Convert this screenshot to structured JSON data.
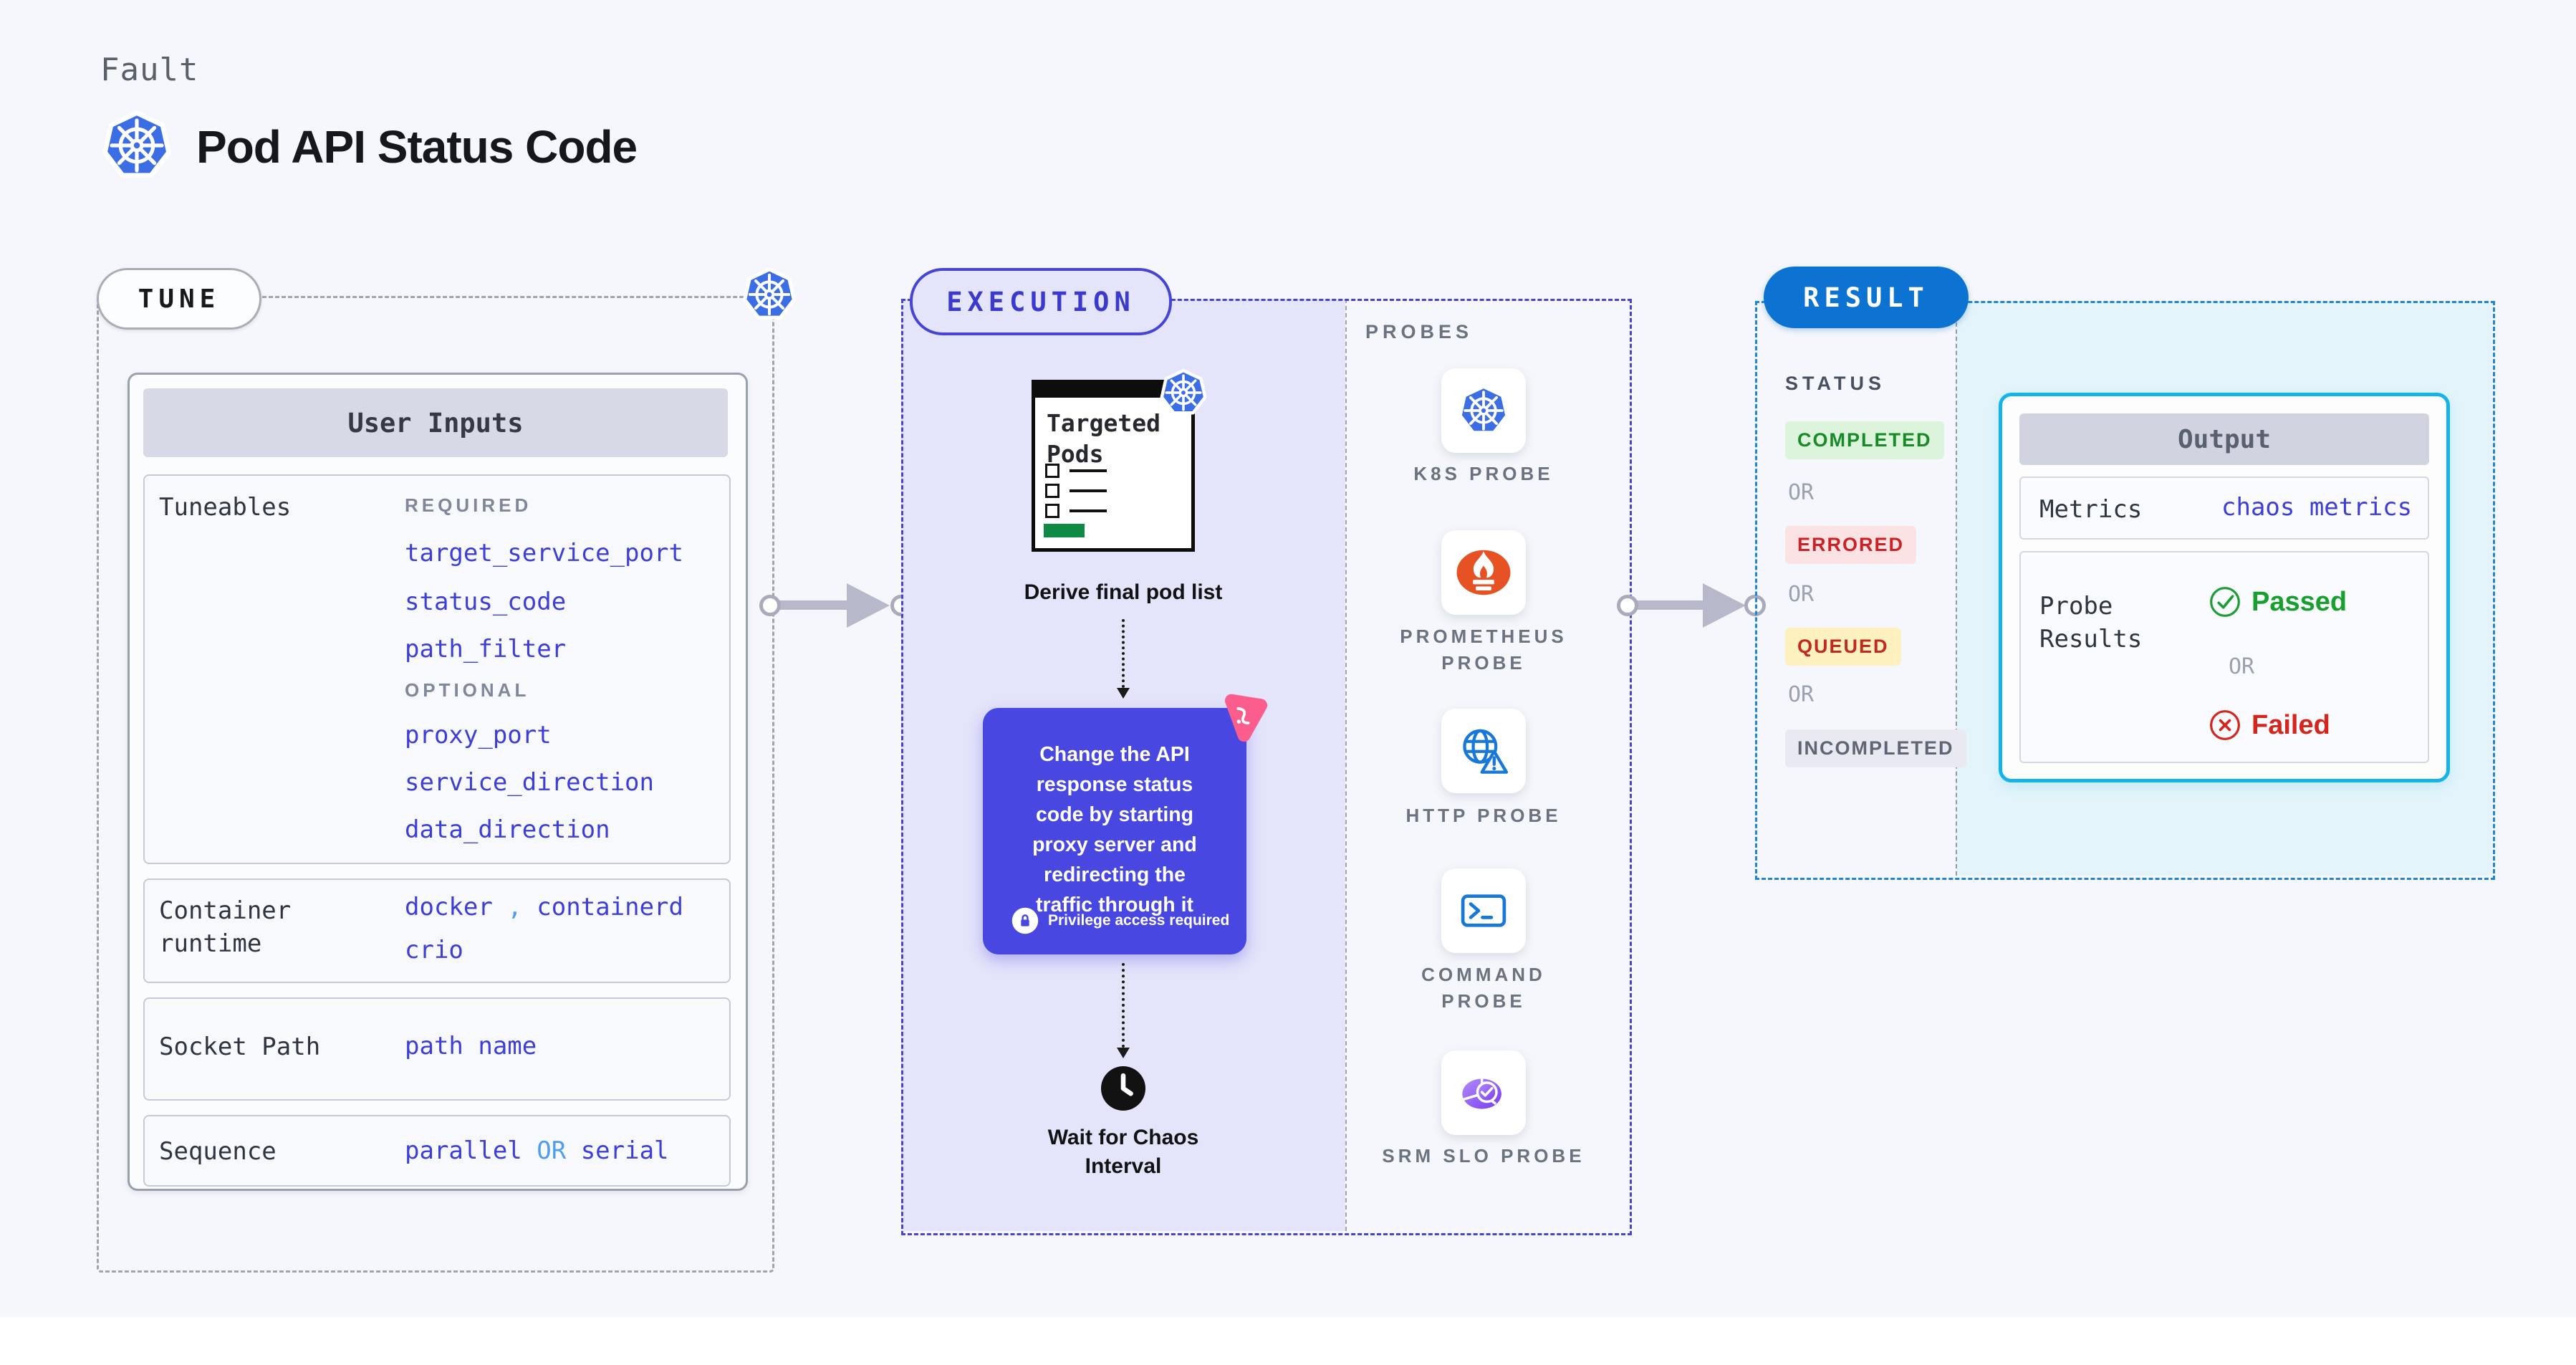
{
  "palette": {
    "page_bg": "#f5f7fc",
    "link_indigo": "#3d3ddb",
    "link_light_blue": "#4e9df0",
    "execution_accent": "#4544d6",
    "execution_bg": "#e4e4fb",
    "action_box_bg": "#4947e1",
    "result_pill_blue": "#0d73d2",
    "result_dash_blue": "#1f85d8",
    "cyan_panel_bg": "#e3f4fb",
    "output_border_cyan": "#14b4e8",
    "passed_green": "#17a02e",
    "failed_red": "#d5251c",
    "kubernetes_blue": "#3b6de4",
    "prometheus_orange": "#e75225",
    "probe_icon_blue": "#1778d8",
    "srm_purple": "#7a3bf0",
    "chaos_pink": "#fb5d8c",
    "green_bar": "#0f8a44",
    "badge_completed_bg": "#dcf3dc",
    "badge_completed_fg": "#188a28",
    "badge_errored_bg": "#fbe3e3",
    "badge_errored_fg": "#cc2127",
    "badge_queued_bg": "#fdf1c0",
    "badge_queued_fg": "#c3291f",
    "badge_incompleted_bg": "#e8e9f1",
    "badge_incompleted_fg": "#5f6575"
  },
  "header": {
    "eyebrow": "Fault",
    "title": "Pod API Status Code",
    "icon": "kubernetes-icon"
  },
  "tune": {
    "label": "TUNE",
    "user_inputs": {
      "title": "User Inputs",
      "tuneables": {
        "label": "Tuneables",
        "required_label": "REQUIRED",
        "required": [
          "target_service_port",
          "status_code",
          "path_filter"
        ],
        "optional_label": "OPTIONAL",
        "optional": [
          "proxy_port",
          "service_direction",
          "data_direction"
        ]
      },
      "container_runtime": {
        "label": "Container runtime",
        "value_1": "docker",
        "separator": ",",
        "value_2": "containerd",
        "value_3": "crio"
      },
      "socket_path": {
        "label": "Socket Path",
        "value": "path name"
      },
      "sequence": {
        "label": "Sequence",
        "value_1": "parallel",
        "or": "OR",
        "value_2": "serial"
      }
    }
  },
  "execution": {
    "label": "EXECUTION",
    "targeted_pods": {
      "title": "Targeted Pods",
      "icon": "kubernetes-icon"
    },
    "derive_caption": "Derive final pod list",
    "action": {
      "lines": [
        "Change the API",
        "response status",
        "code by starting",
        "proxy server and",
        "redirecting the",
        "traffic through it"
      ],
      "note": "Privilege access required",
      "note_icon": "lock-icon",
      "badge_icon": "chaos-pink-icon"
    },
    "wait_caption": "Wait for Chaos Interval",
    "wait_icon": "clock-icon"
  },
  "probes": {
    "label": "PROBES",
    "items": [
      {
        "name": "K8S PROBE",
        "icon": "kubernetes-icon"
      },
      {
        "name": "PROMETHEUS PROBE",
        "icon": "prometheus-icon"
      },
      {
        "name": "HTTP PROBE",
        "icon": "globe-warning-icon"
      },
      {
        "name": "COMMAND PROBE",
        "icon": "terminal-icon"
      },
      {
        "name": "SRM SLO PROBE",
        "icon": "pie-check-icon"
      }
    ]
  },
  "result": {
    "label": "RESULT",
    "status": {
      "label": "STATUS",
      "or": "OR",
      "badges": [
        {
          "text": "COMPLETED"
        },
        {
          "text": "ERRORED"
        },
        {
          "text": "QUEUED"
        },
        {
          "text": "INCOMPLETED"
        }
      ]
    },
    "output": {
      "title": "Output",
      "metrics": {
        "label": "Metrics",
        "value": "chaos metrics"
      },
      "probe_results": {
        "label": "Probe Results",
        "passed": "Passed",
        "passed_icon": "check-circle-icon",
        "or": "OR",
        "failed": "Failed",
        "failed_icon": "x-circle-icon"
      }
    }
  }
}
